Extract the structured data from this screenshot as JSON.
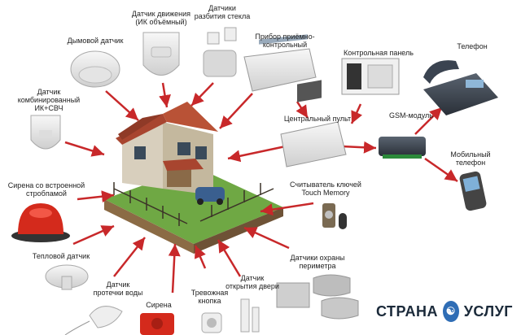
{
  "labels": {
    "smoke": "Дымовой датчик",
    "motion": "Датчик движения\n(ИК объёмный)",
    "glass": "Датчики\nразбития стекла",
    "panel_device": "Прибор приёмно-\nконтрольный",
    "control_panel": "Контрольная панель",
    "phone": "Телефон",
    "ir_mw": "Датчик\nкомбинированный\nИК+СВЧ",
    "central": "Центральный пульт",
    "gsm": "GSM-модуль",
    "mobile": "Мобильный\nтелефон",
    "siren_strobe": "Сирена со встроенной\nстробпамой",
    "key_reader": "Считыватель ключей\nTouch Memory",
    "heat": "Тепловой датчик",
    "perimeter": "Датчики охраны\nпериметра",
    "water": "Датчик\nпротечки воды",
    "siren": "Сирена",
    "panic": "Тревожная\nкнопка",
    "door": "Датчик\nоткрытия двери"
  },
  "watermark": {
    "left": "СТРАНА",
    "right": "УСЛУГ",
    "icon": "handshake-icon"
  },
  "colors": {
    "arrow": "#c8282a",
    "roof": "#a8452f",
    "wall": "#d8cfbd",
    "grass": "#5f9a3a",
    "siren_red": "#d42a1c",
    "brand_blue": "#2f6db5"
  }
}
